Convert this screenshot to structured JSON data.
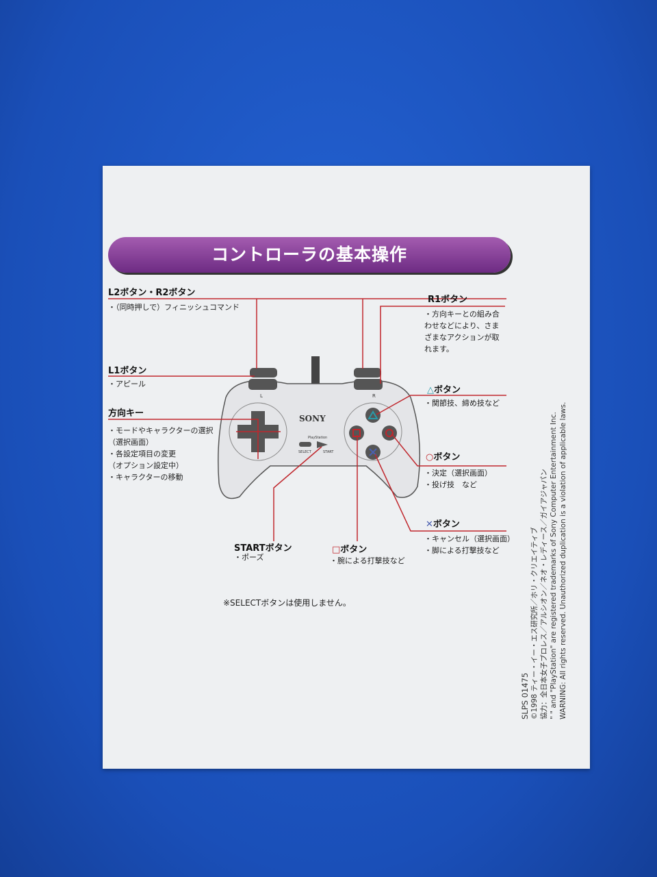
{
  "title": "コントローラの基本操作",
  "labels": {
    "l2r2": {
      "heading": "L2ボタン・R2ボタン",
      "desc": "・（同時押しで）フィニッシュコマンド"
    },
    "l1": {
      "heading": "L1ボタン",
      "desc": "・アピール"
    },
    "dpad": {
      "heading": "方向キー",
      "desc": "・モードやキャラクターの選択\n（選択画面）\n・各設定項目の変更\n（オプション設定中）\n・キャラクターの移動"
    },
    "r1": {
      "heading": "R1ボタン",
      "desc": "・方向キーとの組み合\nわせなどにより、さま\nざまなアクションが取\nれます。"
    },
    "triangle": {
      "heading": "ボタン",
      "desc": "・関節技、締め技など"
    },
    "circle": {
      "heading": "ボタン",
      "desc": "・決定（選択画面）\n・投げ技　など"
    },
    "cross": {
      "heading": "ボタン",
      "desc": "・キャンセル（選択画面）\n・脚による打撃技など"
    },
    "start": {
      "heading": "STARTボタン",
      "desc": "・ポーズ"
    },
    "square": {
      "heading": "ボタン",
      "desc": "・腕による打撃技など"
    }
  },
  "note": "※SELECTボタンは使用しません。",
  "controller": {
    "brand": "SONY",
    "logo": "PlayStation",
    "select": "SELECT",
    "start": "START",
    "l": "L",
    "r": "R"
  },
  "legal": [
    "SLPS 01475",
    "©1998 ティー・イー・エス研究所／ホリ・クリエイティブ",
    "協力：全日本女子プロレス／アルシオン／ネオ・レディース／ガイアジャパン",
    "\" \" and \"PlayStation\" are registered trademarks of Sony Computer Entertainment Inc.",
    "WARNING: All rights reserved. Unauthorized duplication is a violation of applicable laws."
  ],
  "colors": {
    "background": "#1c55c4",
    "banner": "#7d3792",
    "line": "#c0272d",
    "triangle": "#2a9aa8",
    "circle": "#c0272d",
    "cross": "#4a5fb0",
    "square": "#c0272d"
  }
}
